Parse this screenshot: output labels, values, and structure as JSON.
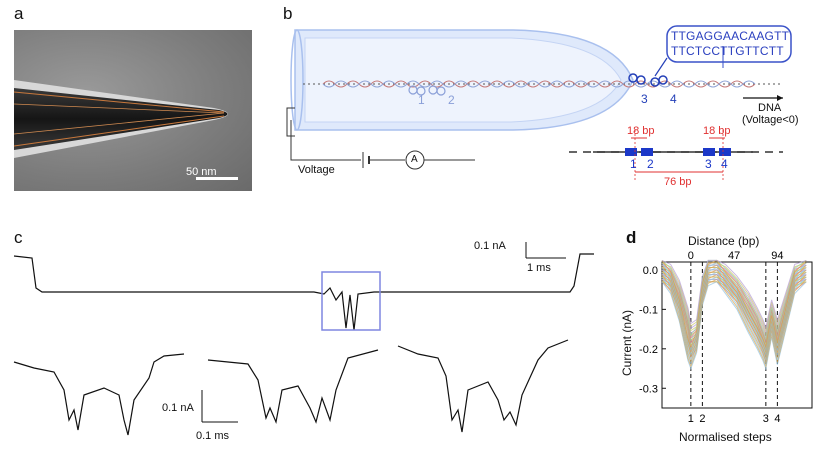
{
  "labels": {
    "a": "a",
    "b": "b",
    "c": "c",
    "d": "d"
  },
  "panel_a": {
    "scale_bar": "50 nm"
  },
  "panel_b": {
    "sequence_top": "TTGAGGAACAAGTT",
    "sequence_bottom": "TTCTCCTTGTTCTT",
    "site_numbers": [
      "1",
      "2",
      "3",
      "4"
    ],
    "dna_label": "DNA",
    "voltage_condition": "(Voltage<0)",
    "voltage_label": "Voltage",
    "ammeter": "A",
    "spacing_left": "18 bp",
    "spacing_right": "18 bp",
    "spacing_total": "76 bp"
  },
  "panel_c": {
    "scale_top_current": "0.1 nA",
    "scale_top_time": "1 ms",
    "scale_bottom_current": "0.1 nA",
    "scale_bottom_time": "0.1 ms"
  },
  "chart_data": {
    "type": "line",
    "title": "",
    "top_axis_label": "Distance (bp)",
    "top_ticks": [
      "0",
      "47",
      "94"
    ],
    "xlabel": "Normalised steps",
    "ylabel": "Current (nA)",
    "x_ticks": [
      "1",
      "2",
      "3",
      "4"
    ],
    "y_ticks": [
      0.0,
      -0.1,
      -0.2,
      -0.3
    ],
    "y_tick_labels": [
      "0.0",
      "-0.1",
      "-0.2",
      "-0.3"
    ],
    "ylim": [
      -0.35,
      0.02
    ],
    "xlim": [
      0,
      5.2
    ],
    "dashed_lines_at_x": [
      1,
      1.4,
      3.6,
      4
    ],
    "x": [
      0.0,
      0.3,
      0.6,
      0.9,
      1.0,
      1.2,
      1.4,
      1.6,
      1.9,
      2.2,
      2.6,
      3.0,
      3.3,
      3.5,
      3.6,
      3.8,
      4.0,
      4.3,
      4.6,
      5.0
    ],
    "series": [
      {
        "values": [
          0.0,
          -0.02,
          -0.07,
          -0.15,
          -0.19,
          -0.17,
          -0.05,
          0.0,
          0.0,
          -0.02,
          -0.05,
          -0.1,
          -0.14,
          -0.18,
          -0.2,
          -0.12,
          -0.18,
          -0.1,
          -0.02,
          0.0
        ]
      },
      {
        "values": [
          0.0,
          -0.03,
          -0.1,
          -0.2,
          -0.22,
          -0.18,
          -0.06,
          -0.01,
          0.0,
          -0.03,
          -0.07,
          -0.13,
          -0.17,
          -0.2,
          -0.22,
          -0.14,
          -0.21,
          -0.12,
          -0.03,
          0.0
        ]
      },
      {
        "values": [
          0.0,
          -0.01,
          -0.05,
          -0.12,
          -0.16,
          -0.15,
          -0.04,
          0.0,
          0.0,
          -0.01,
          -0.04,
          -0.08,
          -0.12,
          -0.15,
          -0.17,
          -0.1,
          -0.15,
          -0.08,
          -0.01,
          0.0
        ]
      }
    ],
    "colors": [
      "#e07b7b",
      "#8fc0e0",
      "#c9c36a",
      "#9fd29a",
      "#d9a24a",
      "#b49bd6"
    ]
  }
}
